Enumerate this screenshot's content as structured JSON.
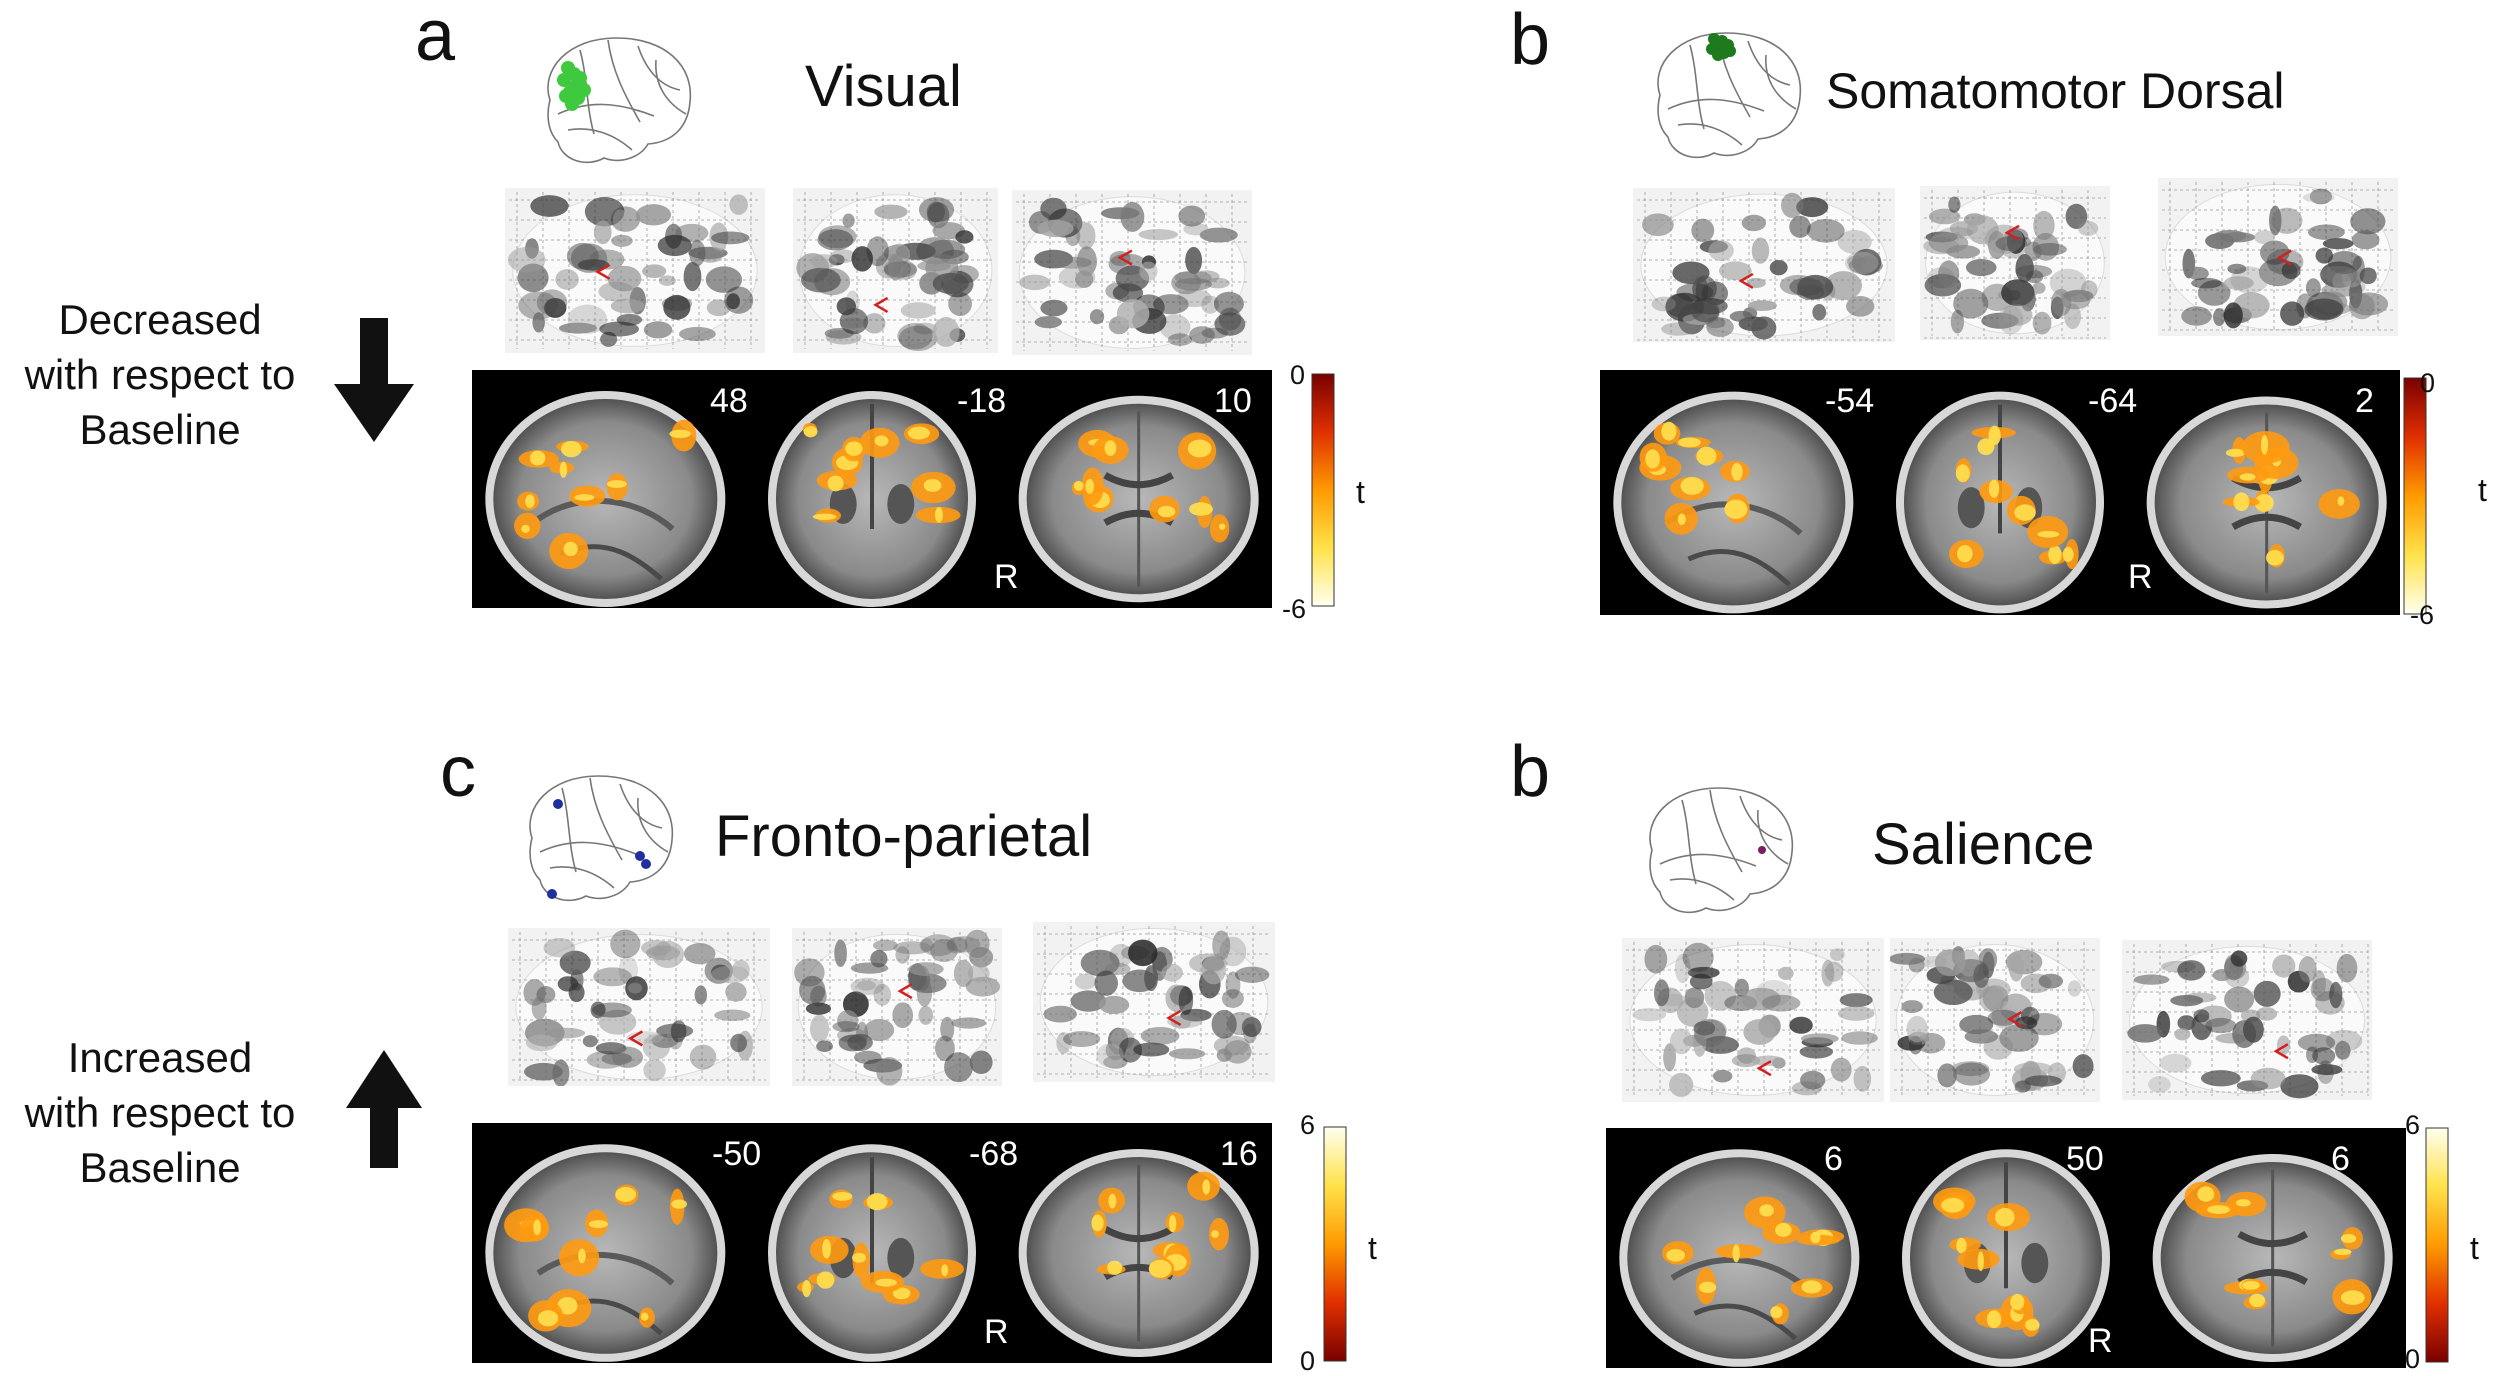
{
  "side_labels": {
    "decreased": [
      "Decreased",
      "with respect to",
      "Baseline"
    ],
    "increased": [
      "Increased",
      "with respect to",
      "Baseline"
    ]
  },
  "panels": [
    {
      "id": "visual",
      "letter": "a",
      "title": "Visual",
      "slices": [
        "48",
        "-18",
        "10"
      ],
      "r_label": "R",
      "colorbar": {
        "top": "0",
        "bottom": "-6",
        "var": "t",
        "palette": "decrease"
      },
      "seed_color": "#3ec93e"
    },
    {
      "id": "somatomotor",
      "letter": "b",
      "title": "Somatomotor Dorsal",
      "slices": [
        "-54",
        "-64",
        "2"
      ],
      "r_label": "R",
      "colorbar": {
        "top": "0",
        "bottom": "-6",
        "var": "t",
        "palette": "decrease"
      },
      "seed_color": "#1d7a1d"
    },
    {
      "id": "frontoparietal",
      "letter": "c",
      "title": "Fronto-parietal",
      "slices": [
        "-50",
        "-68",
        "16"
      ],
      "r_label": "R",
      "colorbar": {
        "top": "6",
        "bottom": "0",
        "var": "t",
        "palette": "increase"
      },
      "seed_color": "#1f2f9e"
    },
    {
      "id": "salience",
      "letter": "b",
      "title": "Salience",
      "slices": [
        "6",
        "50",
        "6"
      ],
      "r_label": "R",
      "colorbar": {
        "top": "6",
        "bottom": "0",
        "var": "t",
        "palette": "increase"
      },
      "seed_color": "#7a1f5c"
    }
  ],
  "colors": {
    "arrow": "#111111",
    "marker": "#d42020",
    "decrease_gradient": [
      "#7a0000",
      "#e03000",
      "#ff9a00",
      "#ffe24a",
      "#fffff0"
    ],
    "increase_gradient": [
      "#fffff0",
      "#ffe24a",
      "#ff9a00",
      "#e03000",
      "#7a0000"
    ]
  }
}
